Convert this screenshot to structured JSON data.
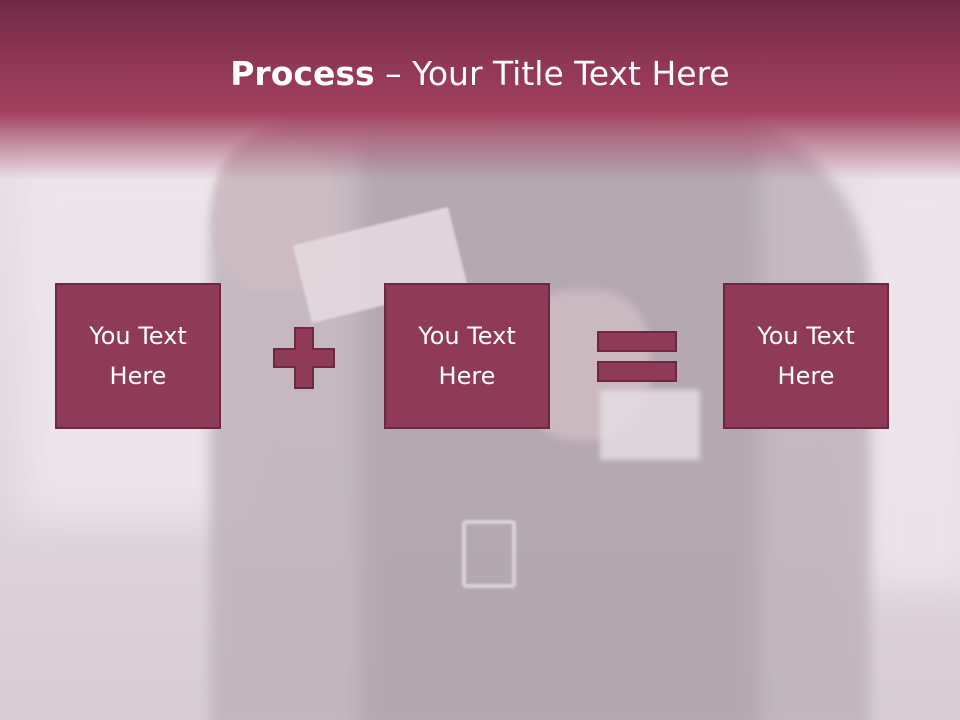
{
  "slide": {
    "title_bold": "Process",
    "title_rest": " – Your Title Text Here",
    "boxes": [
      {
        "text": "You Text Here"
      },
      {
        "text": "You Text Here"
      },
      {
        "text": "You Text Here"
      }
    ],
    "operators": [
      "plus-icon",
      "equals-icon"
    ],
    "colors": {
      "accent": "#8f3a56",
      "accent_border": "#6a2940",
      "header_top": "#6e2a44",
      "text": "#ffffff"
    }
  }
}
